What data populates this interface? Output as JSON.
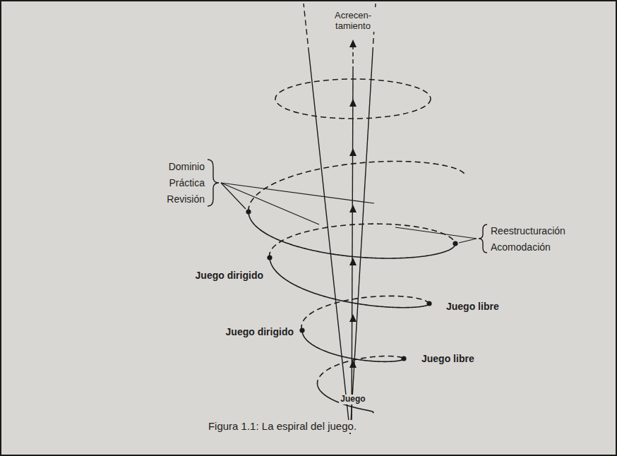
{
  "diagram": {
    "caption": "Figura 1.1: La espiral del juego.",
    "labels": [
      "Acrecen- tamiento",
      "Dominio",
      "Práctica",
      "Revisión",
      "Reestructuración",
      "Acomodación",
      "Juego dirigido",
      "Juego libre",
      "Juego dirigido",
      "Juego libre",
      "Juego"
    ]
  }
}
